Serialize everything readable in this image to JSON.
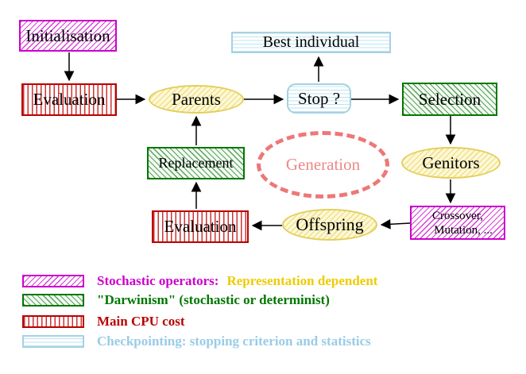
{
  "nodes": {
    "initialisation": {
      "label": "Initialisation"
    },
    "evaluation_top": {
      "label": "Evaluation"
    },
    "parents": {
      "label": "Parents"
    },
    "best_individual": {
      "label": "Best individual"
    },
    "stop": {
      "label": "Stop ?"
    },
    "selection": {
      "label": "Selection"
    },
    "replacement": {
      "label": "Replacement"
    },
    "generation": {
      "label": "Generation"
    },
    "genitors": {
      "label": "Genitors"
    },
    "evaluation_bottom": {
      "label": "Evaluation"
    },
    "offspring": {
      "label": "Offspring"
    },
    "crossover_mutation": {
      "line1": "Crossover,",
      "line2": "Mutation, ..."
    }
  },
  "legend": {
    "items": [
      {
        "swatch_icon": "magenta-diagonal-hatch-swatch",
        "label": "Stochastic operators:",
        "label_secondary": "Representation dependent",
        "label_color": "#cc00cc",
        "label_secondary_color": "#eecc00"
      },
      {
        "swatch_icon": "green-diagonal-hatch-swatch",
        "label": "\"Darwinism\" (stochastic or determinist)",
        "label_color": "#007700"
      },
      {
        "swatch_icon": "red-vertical-lines-swatch",
        "label": "Main CPU cost",
        "label_color": "#bb0000"
      },
      {
        "swatch_icon": "cyan-horizontal-lines-swatch",
        "label": "Checkpointing: stopping criterion and statistics",
        "label_color": "#99cce6"
      }
    ]
  },
  "colors": {
    "magenta": "#cc00cc",
    "dark_green": "#007700",
    "dark_red": "#bb0000",
    "cyan_border": "#a5d2e2",
    "yellow_border": "#e3cf5a",
    "salmon_dashed": "#ee7777",
    "arrow_black": "#000000",
    "background": "#ffffff"
  }
}
